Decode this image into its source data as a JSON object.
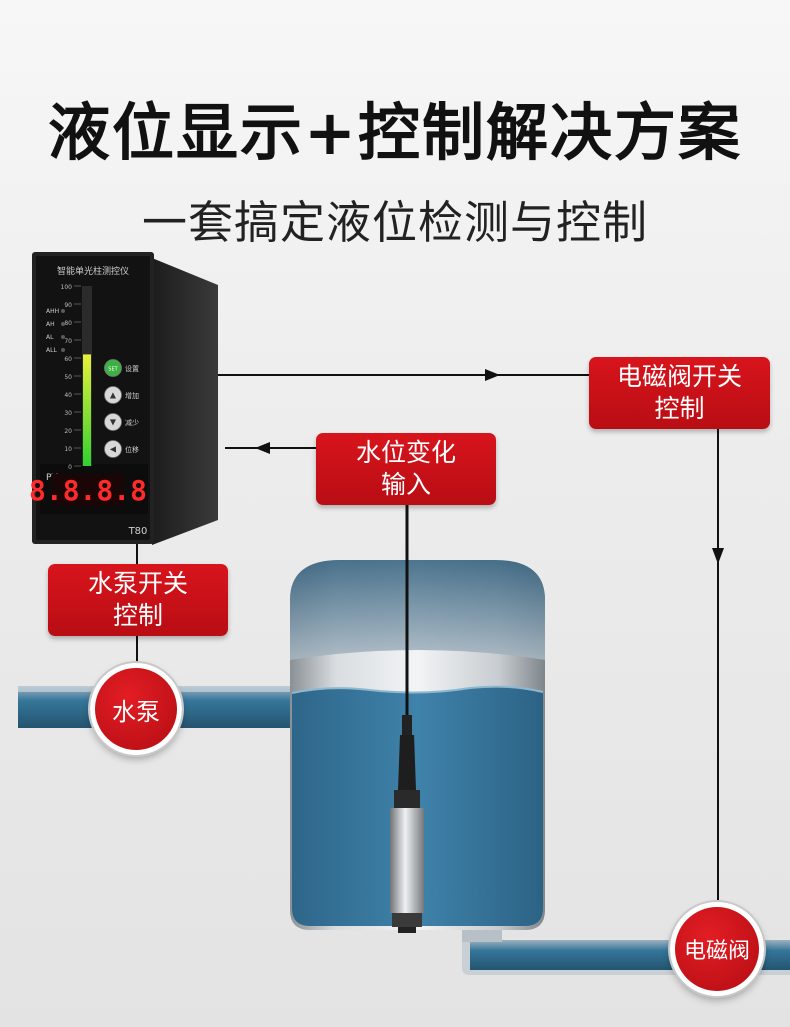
{
  "title": "液位显示+控制解决方案",
  "subtitle": "一套搞定液位检测与控制",
  "instrument": {
    "header": "智能单光柱测控仪",
    "alarms": [
      "AHH",
      "AH",
      "AL",
      "ALL"
    ],
    "scale": [
      "100",
      "90",
      "80",
      "70",
      "60",
      "50",
      "40",
      "30",
      "20",
      "10",
      "0"
    ],
    "level_percent": 62,
    "buttons": [
      {
        "symbol": "SET",
        "label": "设置"
      },
      {
        "symbol": "▲",
        "label": "增加"
      },
      {
        "symbol": "▼",
        "label": "减少"
      },
      {
        "symbol": "◀",
        "label": "位移"
      }
    ],
    "pv_label": "PV",
    "display": "8.8.8.8",
    "model": "T80"
  },
  "labels": {
    "valve_control": "电磁阀开关\n控制",
    "level_input": "水位变化\n输入",
    "pump_control": "水泵开关\n控制"
  },
  "circles": {
    "pump": "水泵",
    "valve": "电磁阀"
  },
  "colors": {
    "accent_red": "#c8111a",
    "water_blue": "#3a7ba0",
    "pipe_blue": "#35769a"
  }
}
